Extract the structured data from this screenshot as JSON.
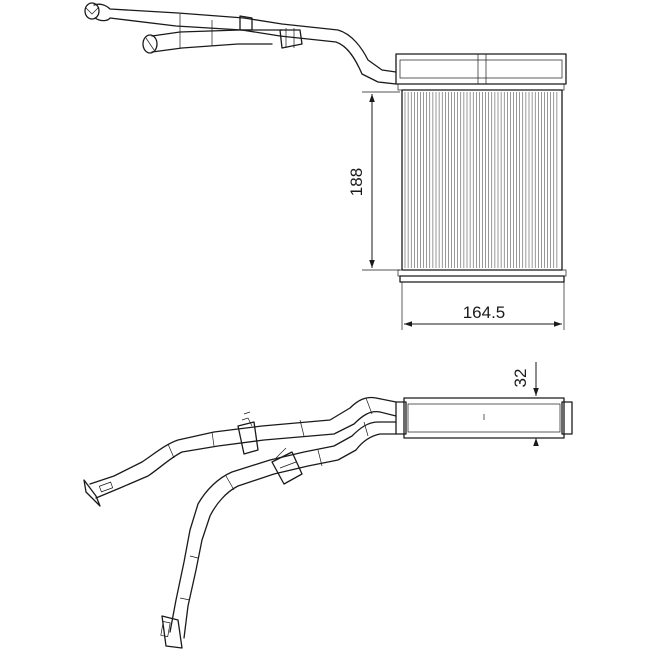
{
  "dimensions": {
    "height_label": "188",
    "width_label": "164.5",
    "depth_label": "32"
  }
}
